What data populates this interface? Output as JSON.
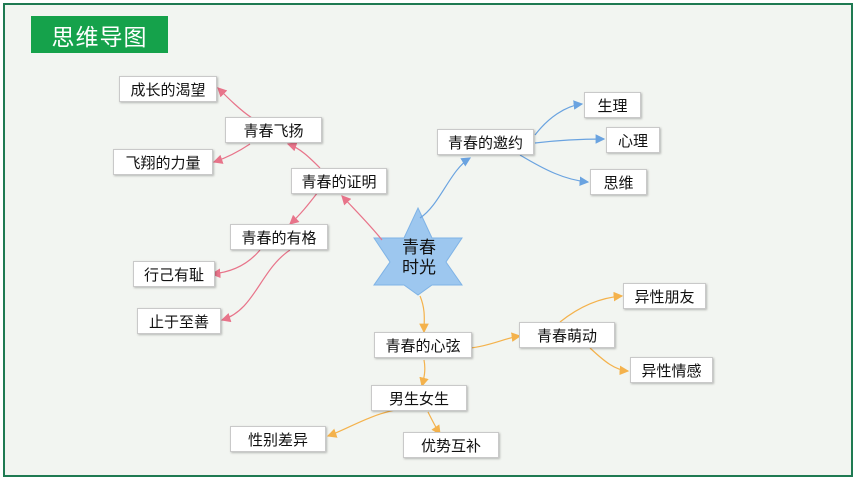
{
  "header": {
    "title": "思维导图"
  },
  "center": {
    "line1": "青春",
    "line2": "时光"
  },
  "colors": {
    "red": "#e8748a",
    "blue": "#6aa3e0",
    "orange": "#f4b24c",
    "accent": "#15a24b",
    "frame": "#1f7a52"
  },
  "left_branch": {
    "main": "青春的证明",
    "sub1": {
      "label": "青春飞扬",
      "children": [
        "成长的渴望",
        "飞翔的力量"
      ]
    },
    "sub2": {
      "label": "青春的有格",
      "children": [
        "行己有耻",
        "止于至善"
      ]
    }
  },
  "right_branch": {
    "main": "青春的邀约",
    "children": [
      "生理",
      "心理",
      "思维"
    ]
  },
  "bottom_branch": {
    "main": "青春的心弦",
    "sub1": {
      "label": "青春萌动",
      "children": [
        "异性朋友",
        "异性情感"
      ]
    },
    "sub2": {
      "label": "男生女生",
      "children": [
        "性别差异",
        "优势互补"
      ]
    }
  }
}
